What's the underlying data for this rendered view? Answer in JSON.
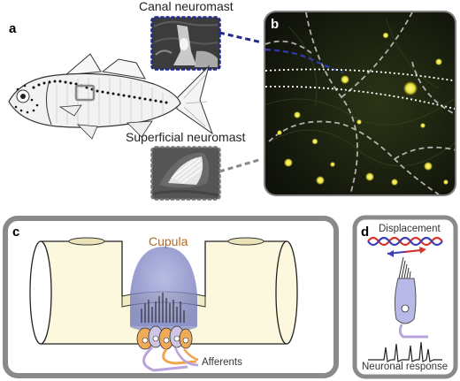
{
  "panels": {
    "a": {
      "label": "a",
      "canal_title": "Canal neuromast",
      "superficial_title": "Superficial neuromast"
    },
    "b": {
      "label": "b"
    },
    "c": {
      "label": "c",
      "cupula_label": "Cupula",
      "afferents_label": "Afferents"
    },
    "d": {
      "label": "d",
      "displacement_label": "Displacement",
      "response_label": "Neuronal response"
    }
  },
  "colors": {
    "canal_box_border": "#1f2a8c",
    "superficial_box_border": "#777777",
    "panel_frame": "#7f7f7f",
    "fluorescence_background": "#1d2010",
    "neuromast_dots": "#e8e23a",
    "cupula": "#8e95cf",
    "cupula_label": "#b06a26",
    "canal_tube": "#fbf8dd",
    "afferent_orange": "#f0a64a",
    "afferent_purple": "#b9a3dc",
    "wave_red": "#d8342c",
    "wave_blue": "#3a3fb6",
    "hair_cell": "#b8b9e6"
  }
}
